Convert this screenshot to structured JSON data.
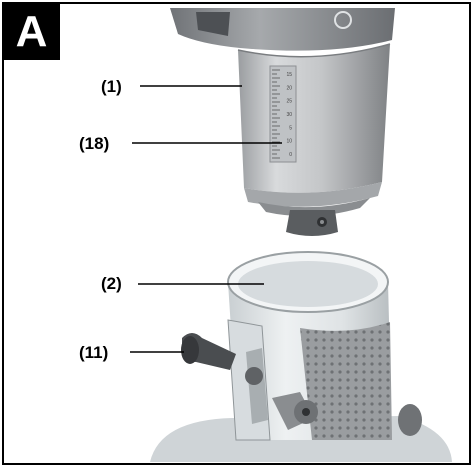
{
  "panel": {
    "letter": "A"
  },
  "callouts": [
    {
      "id": "callout-1",
      "label": "(1)"
    },
    {
      "id": "callout-18",
      "label": "(18)"
    },
    {
      "id": "callout-2",
      "label": "(2)"
    },
    {
      "id": "callout-11",
      "label": "(11)"
    }
  ],
  "scale_marks": [
    "15",
    "20",
    "25",
    "30",
    "5",
    "10",
    "0"
  ],
  "colors": {
    "frame": "#000000",
    "body_grey": "#c8cacc",
    "body_dark": "#8e9194",
    "metal": "#5a5d60",
    "transparent_base": "#e6eaec",
    "grip": "#8d9092"
  }
}
